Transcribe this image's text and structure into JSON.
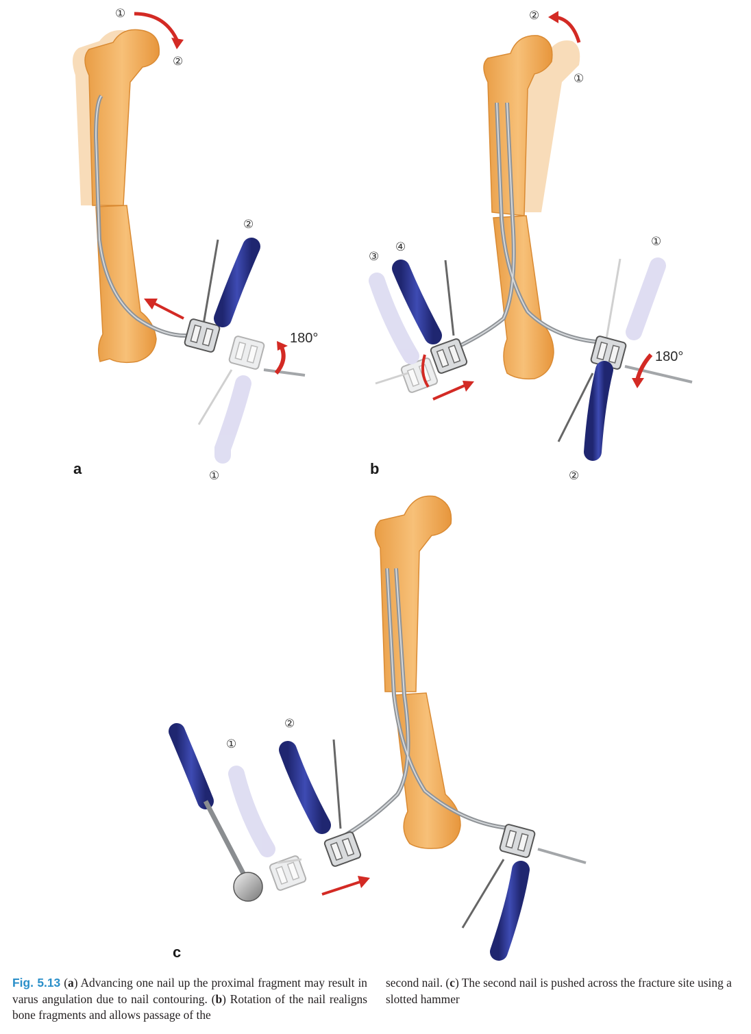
{
  "figure": {
    "panels": [
      {
        "label": "a",
        "rotation_text": "180°",
        "markers": [
          "①",
          "②",
          "②",
          "①"
        ]
      },
      {
        "label": "b",
        "rotation_text": "180°",
        "markers": [
          "②",
          "①",
          "④",
          "③",
          "①",
          "②"
        ]
      },
      {
        "label": "c",
        "markers": [
          "②",
          "①"
        ]
      }
    ]
  },
  "caption": {
    "fig_number": "Fig. 5.13",
    "left_parts": [
      " (",
      "a",
      ") Advancing one nail up the proximal fragment may result in varus angulation due to nail contouring. (",
      "b",
      ") Rotation of the nail realigns bone fragments and allows passage of the"
    ],
    "right_parts": [
      "second nail. (",
      "c",
      ") The second nail is pushed across the fracture site using a slotted hammer"
    ]
  },
  "colors": {
    "bone": "#f2b45e",
    "bone_dark": "#e3953a",
    "handle_dark": "#2b3590",
    "handle_light": "#b9b5e3",
    "arrow": "#d32a24",
    "nail": "#9a9ea3",
    "caption_accent": "#2a8fc9"
  },
  "icons": [
    "femur-illustration",
    "inserter-tool",
    "slotted-hammer",
    "rotation-arrow",
    "push-arrow"
  ]
}
